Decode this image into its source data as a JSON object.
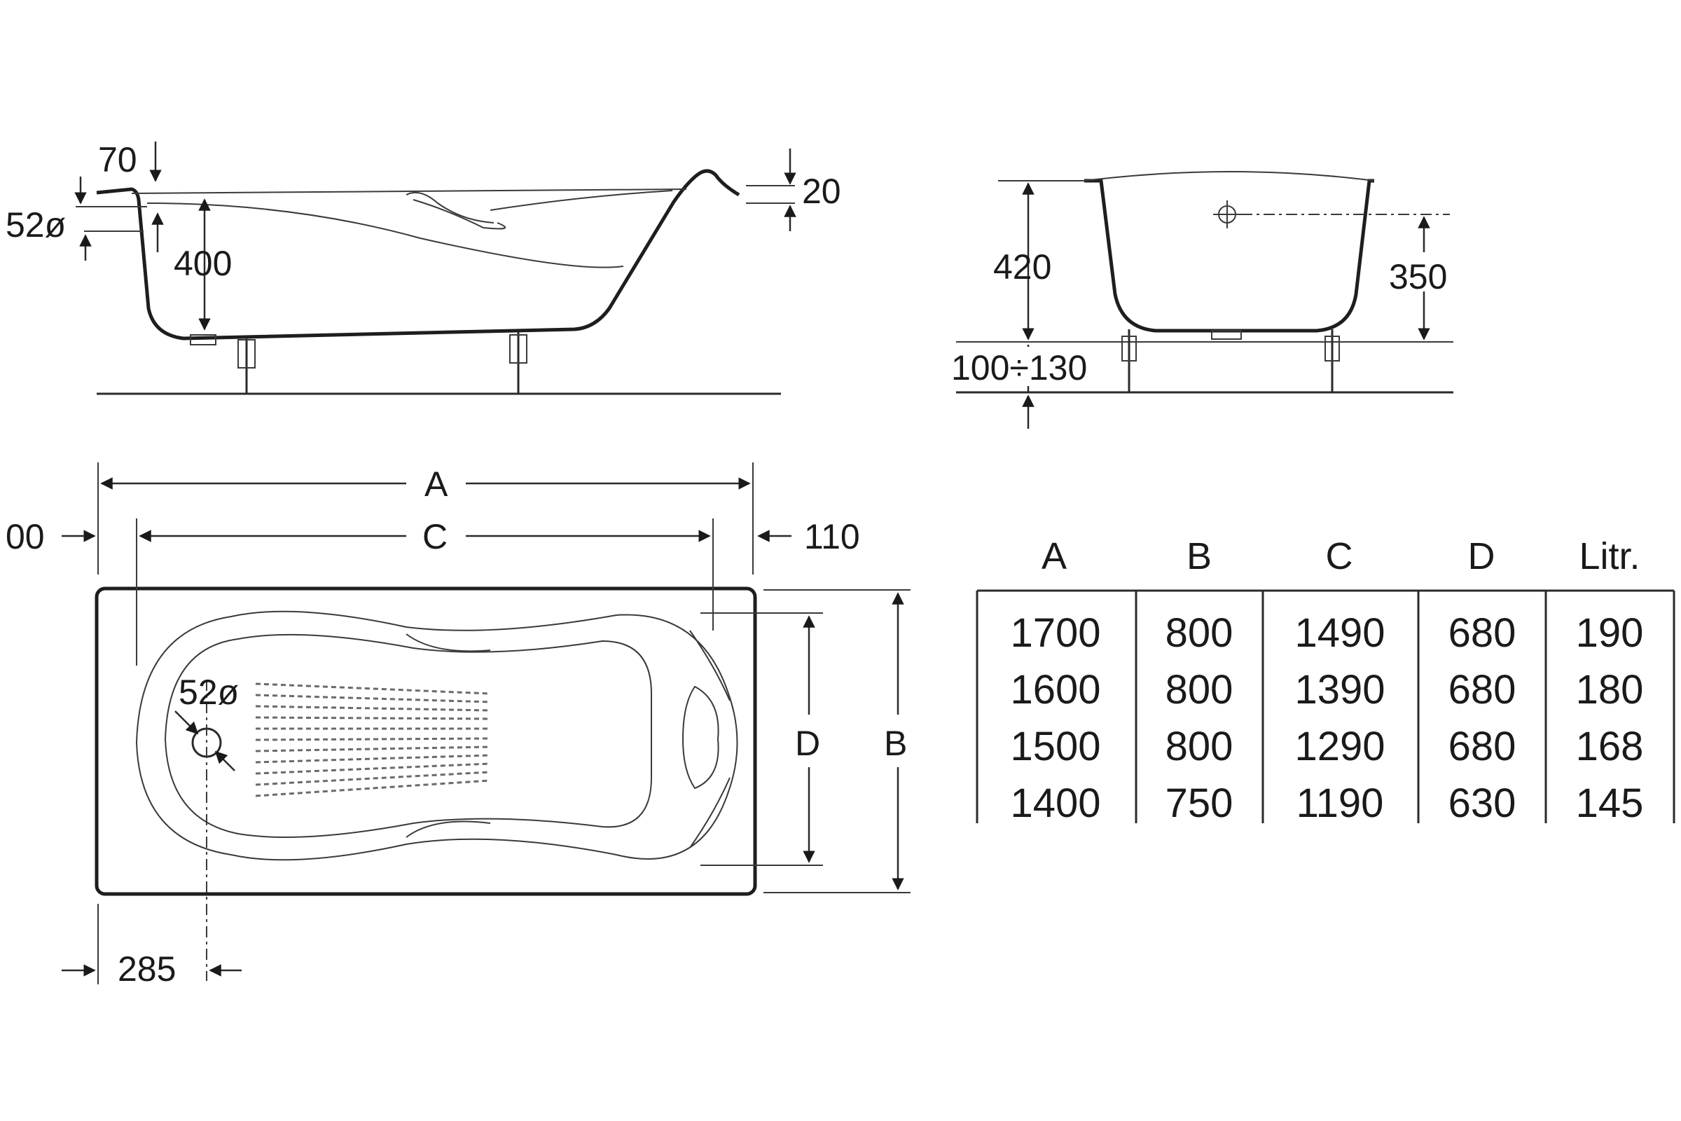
{
  "side_view": {
    "dim_70": "70",
    "dim_52": "52ø",
    "dim_400": "400",
    "dim_20": "20"
  },
  "end_view": {
    "dim_420": "420",
    "dim_350": "350",
    "dim_100_130": "100÷130"
  },
  "plan_view": {
    "dim_A": "A",
    "dim_C": "C",
    "dim_left_offset": "00",
    "dim_110": "110",
    "dim_D": "D",
    "dim_B": "B",
    "drain_label": "52ø",
    "dim_285": "285"
  },
  "dimensions_table": {
    "headers": [
      "A",
      "B",
      "C",
      "D",
      "Litr."
    ],
    "rows": [
      [
        "1700",
        "800",
        "1490",
        "680",
        "190"
      ],
      [
        "1600",
        "800",
        "1390",
        "680",
        "180"
      ],
      [
        "1500",
        "800",
        "1290",
        "680",
        "168"
      ],
      [
        "1400",
        "750",
        "1190",
        "630",
        "145"
      ]
    ]
  }
}
